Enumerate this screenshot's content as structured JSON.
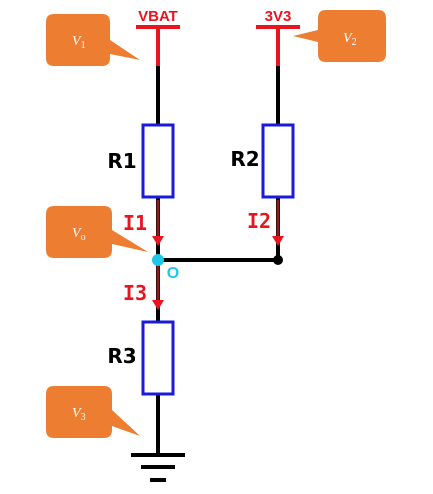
{
  "colors": {
    "wire": "#000000",
    "resistor": "#1a1adc",
    "supply": "#e8141e",
    "current": "#e8141e",
    "current_wire": "#8b1a1a",
    "node": "#1ec8e6",
    "callout_fill": "#ed7d31",
    "callout_text": "#ffffff"
  },
  "supplies": {
    "vbat": {
      "label": "VBAT"
    },
    "v3v3": {
      "label": "3V3"
    }
  },
  "resistors": {
    "r1": {
      "label": "R1"
    },
    "r2": {
      "label": "R2"
    },
    "r3": {
      "label": "R3"
    }
  },
  "currents": {
    "i1": {
      "label": "I1"
    },
    "i2": {
      "label": "I2"
    },
    "i3": {
      "label": "I3"
    }
  },
  "node": {
    "label": "O"
  },
  "callouts": {
    "v1": {
      "main": "V",
      "sub": "1"
    },
    "v2": {
      "main": "V",
      "sub": "2"
    },
    "vo": {
      "main": "V",
      "sub": "o"
    },
    "v3": {
      "main": "V",
      "sub": "3"
    }
  },
  "icons": {
    "ground": "ground-icon",
    "supply": "supply-rail-icon",
    "arrow": "arrow-down-icon"
  }
}
